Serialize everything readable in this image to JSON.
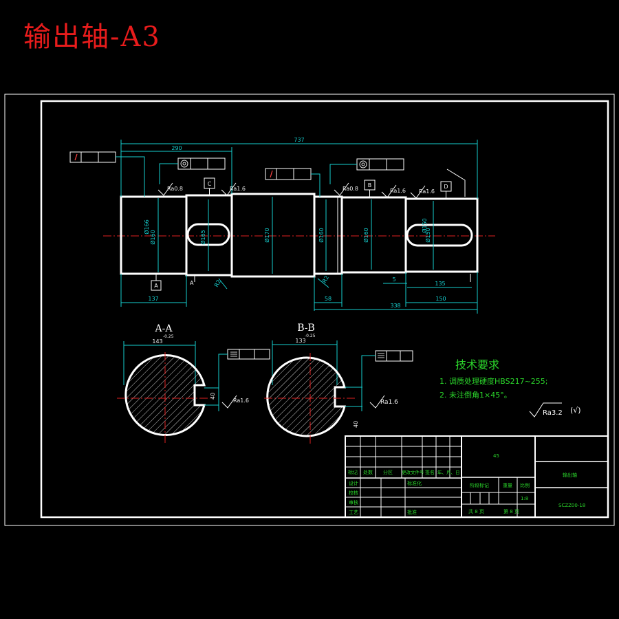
{
  "title": "输出轴-A3",
  "dims": {
    "overall": "737",
    "left_len": "290",
    "d1": "Ø160",
    "d1b": "Ø166",
    "d2": "Ø165",
    "d3": "Ø170",
    "d4": "Ø160",
    "d5": "Ø160",
    "d6": "Ø150",
    "d7": "Ø150",
    "seg1": "137",
    "seg2": "58",
    "seg3": "338",
    "seg4": "150",
    "key2": "135",
    "step": "5",
    "r1": "R2",
    "r2": "R2"
  },
  "roughness": [
    "Ra0.8",
    "Ra1.6",
    "Ra0.8",
    "Ra1.6",
    "Ra1.6",
    "Ra1.6",
    "Ra1.6"
  ],
  "datums": [
    "C",
    "B",
    "D",
    "A",
    "A"
  ],
  "sections": {
    "aa_label": "A-A",
    "bb_label": "B-B",
    "aa_dim": "143",
    "aa_tol": "-0.25",
    "bb_dim": "133",
    "bb_tol": "-0.25",
    "aa_key": "40",
    "bb_key": "40",
    "aa_ra": "Ra1.6",
    "bb_ra": "Ra1.6"
  },
  "tech": {
    "heading": "技术要求",
    "line1": "1. 调质处理硬度HBS217~255;",
    "line2": "2. 未注倒角1×45°。",
    "surface": "Ra3.2",
    "surface_mark": "(√)"
  },
  "titleblock": {
    "material": "45",
    "part_name": "输出轴",
    "drawing_no": "SCZZ00-18",
    "h_mark": "标记",
    "h_count": "处数",
    "h_zone": "分区",
    "h_docno": "更改文件号",
    "h_sign": "签名",
    "h_date": "年、月、日",
    "r_design": "设计",
    "r_std": "标准化",
    "r_check": "校核",
    "r_audit": "审核",
    "r_process": "工艺",
    "r_approve": "批准",
    "stage": "阶段标记",
    "weight": "重量",
    "scale": "比例",
    "scale_val": "1:8",
    "sheets": "共 8 页",
    "sheet": "第 8 页"
  }
}
